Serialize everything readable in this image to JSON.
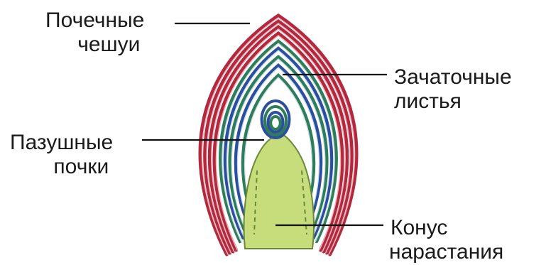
{
  "labels": {
    "bud_scales": {
      "line1": "Почечные",
      "line2": "чешуи"
    },
    "leaf_primordia": {
      "line1": "Зачаточные",
      "line2": "листья"
    },
    "axillary_buds": {
      "line1": "Пазушные",
      "line2": "почки"
    },
    "growth_cone": {
      "line1": "Конус",
      "line2": "нарастания"
    }
  },
  "colors": {
    "scale_red": "#b3283c",
    "leaf_green": "#2e7d5a",
    "leaf_blue": "#2b4f9e",
    "cone_fill": "#c7dc7a",
    "leader": "#111111",
    "text": "#1a1a1a"
  }
}
